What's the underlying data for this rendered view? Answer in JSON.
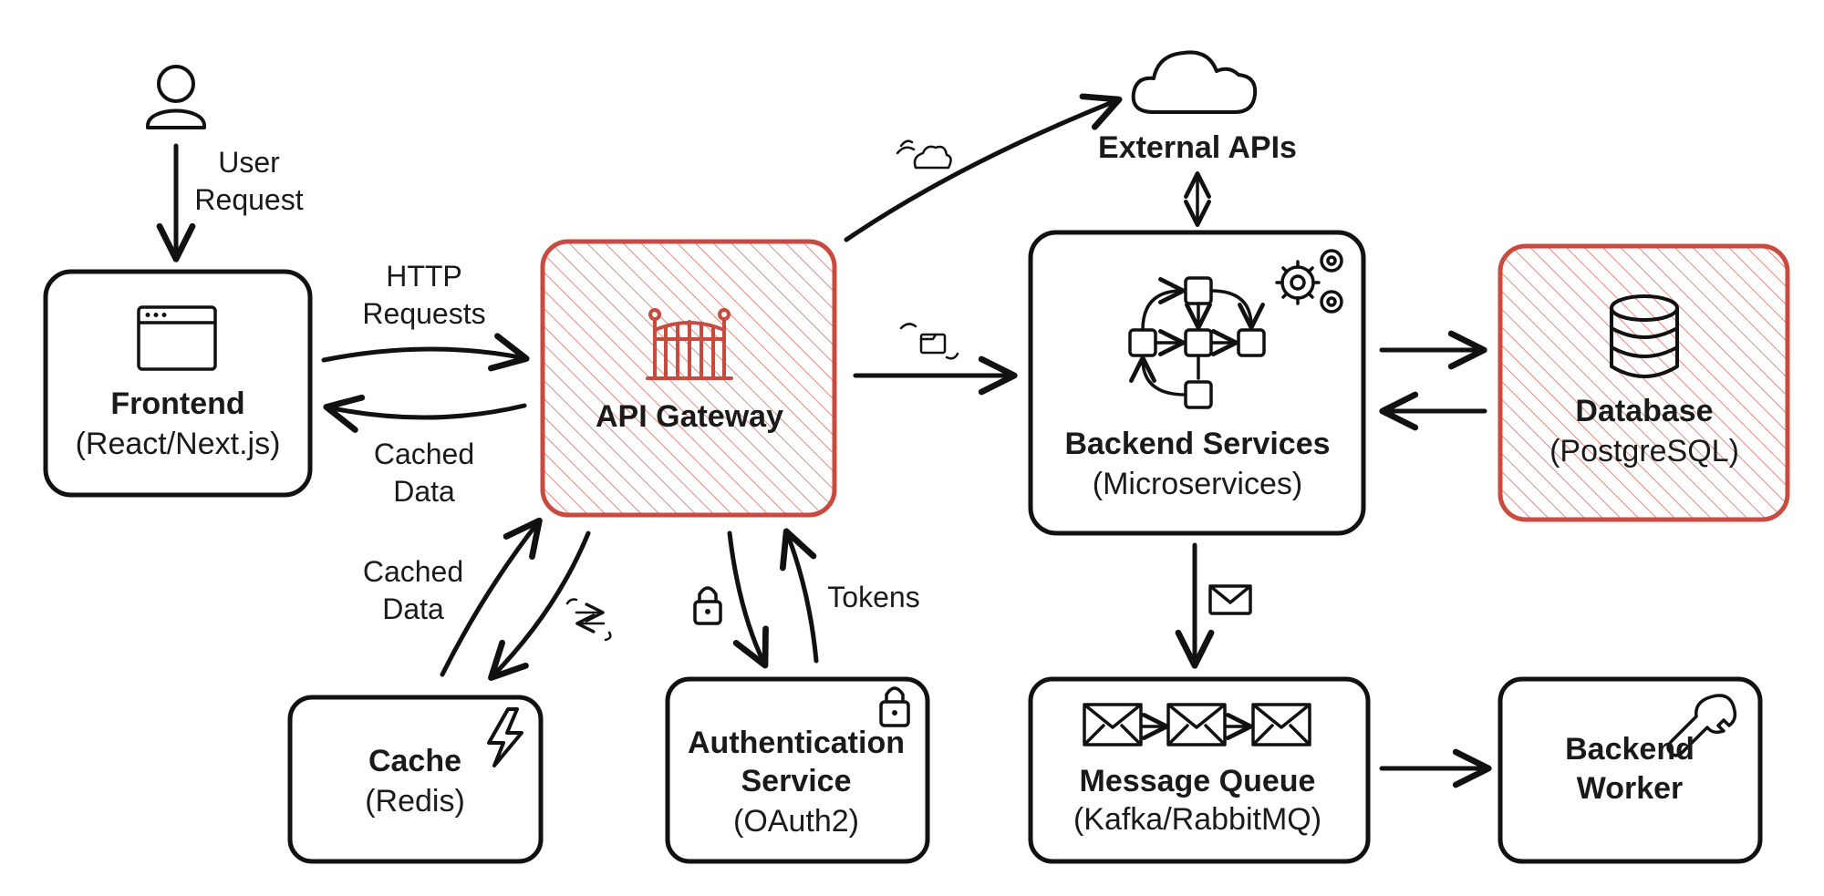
{
  "nodes": {
    "frontend": {
      "title": "Frontend",
      "sub": "(React/Next.js)"
    },
    "gateway": {
      "title": "API Gateway"
    },
    "backend": {
      "title": "Backend Services",
      "sub": "(Microservices)"
    },
    "database": {
      "title": "Database",
      "sub": "(PostgreSQL)"
    },
    "cache": {
      "title": "Cache",
      "sub": "(Redis)"
    },
    "auth": {
      "title1": "Authentication",
      "title2": "Service",
      "sub": "(OAuth2)"
    },
    "queue": {
      "title": "Message Queue",
      "sub": "(Kafka/RabbitMQ)"
    },
    "worker": {
      "title1": "Backend",
      "title2": "Worker"
    },
    "external": {
      "title": "External APIs"
    }
  },
  "edges": {
    "user_request": {
      "l1": "User",
      "l2": "Request"
    },
    "http_requests": {
      "l1": "HTTP",
      "l2": "Requests"
    },
    "cached_data_top": {
      "l1": "Cached",
      "l2": "Data"
    },
    "cached_data_cache": {
      "l1": "Cached",
      "l2": "Data"
    },
    "tokens": {
      "l1": "Tokens"
    }
  },
  "colors": {
    "accent": "#c94a3f",
    "ink": "#111111",
    "background": "#ffffff"
  },
  "icons": [
    "user-icon",
    "browser-window-icon",
    "gate-icon",
    "workflow-icon",
    "gears-icon",
    "database-icon",
    "cloud-icon",
    "lightning-icon",
    "lock-icon",
    "envelope-icon",
    "wrench-icon",
    "swap-icon"
  ]
}
